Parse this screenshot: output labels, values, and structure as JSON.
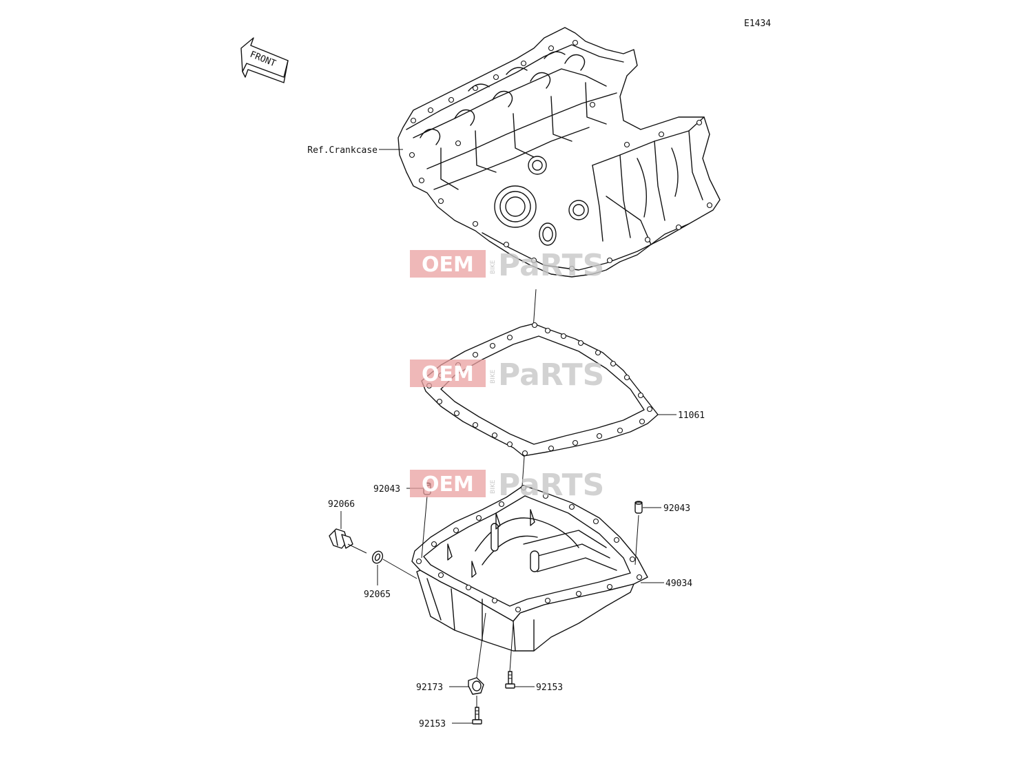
{
  "diagram_code": "E1434",
  "front_marker": "FRONT",
  "watermark": {
    "oem": "OEM",
    "bike": "BIKE",
    "parts": "PaRTS"
  },
  "labels": {
    "crankcase": "Ref.Crankcase",
    "gasket": "11061",
    "dowel_left": "92043",
    "dowel_right": "92043",
    "drain_plug": "92066",
    "washer": "92065",
    "oil_pan": "49034",
    "clamp": "92173",
    "bolt_right": "92153",
    "bolt_bottom": "92153"
  },
  "colors": {
    "line": "#111111",
    "watermark_red": "#e9a0a0",
    "watermark_grey": "#c8c8c8"
  }
}
